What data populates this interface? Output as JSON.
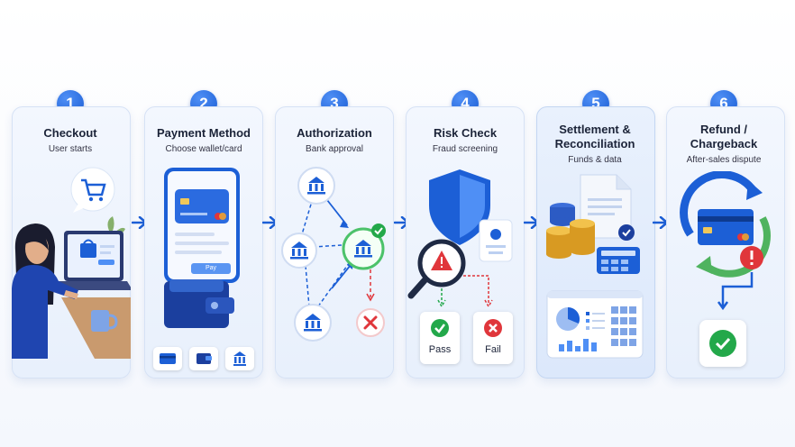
{
  "steps": [
    {
      "number": "1",
      "title": "Checkout",
      "subtitle": "User starts"
    },
    {
      "number": "2",
      "title": "Payment Method",
      "subtitle": "Choose wallet/card"
    },
    {
      "number": "3",
      "title": "Authorization",
      "subtitle": "Bank approval"
    },
    {
      "number": "4",
      "title": "Risk Check",
      "subtitle": "Fraud screening"
    },
    {
      "number": "5",
      "title_line1": "Settlement &",
      "title_line2": "Reconciliation",
      "subtitle": "Funds & data"
    },
    {
      "number": "6",
      "title_line1": "Refund /",
      "title_line2": "Chargeback",
      "subtitle": "After-sales dispute"
    }
  ],
  "phone": {
    "pay_button_label": "Pay"
  },
  "risk": {
    "pass_label": "Pass",
    "fail_label": "Fail"
  },
  "colors": {
    "primary": "#1c5fd6",
    "success": "#23a84a",
    "danger": "#e0363b",
    "gold": "#e7a92e"
  }
}
